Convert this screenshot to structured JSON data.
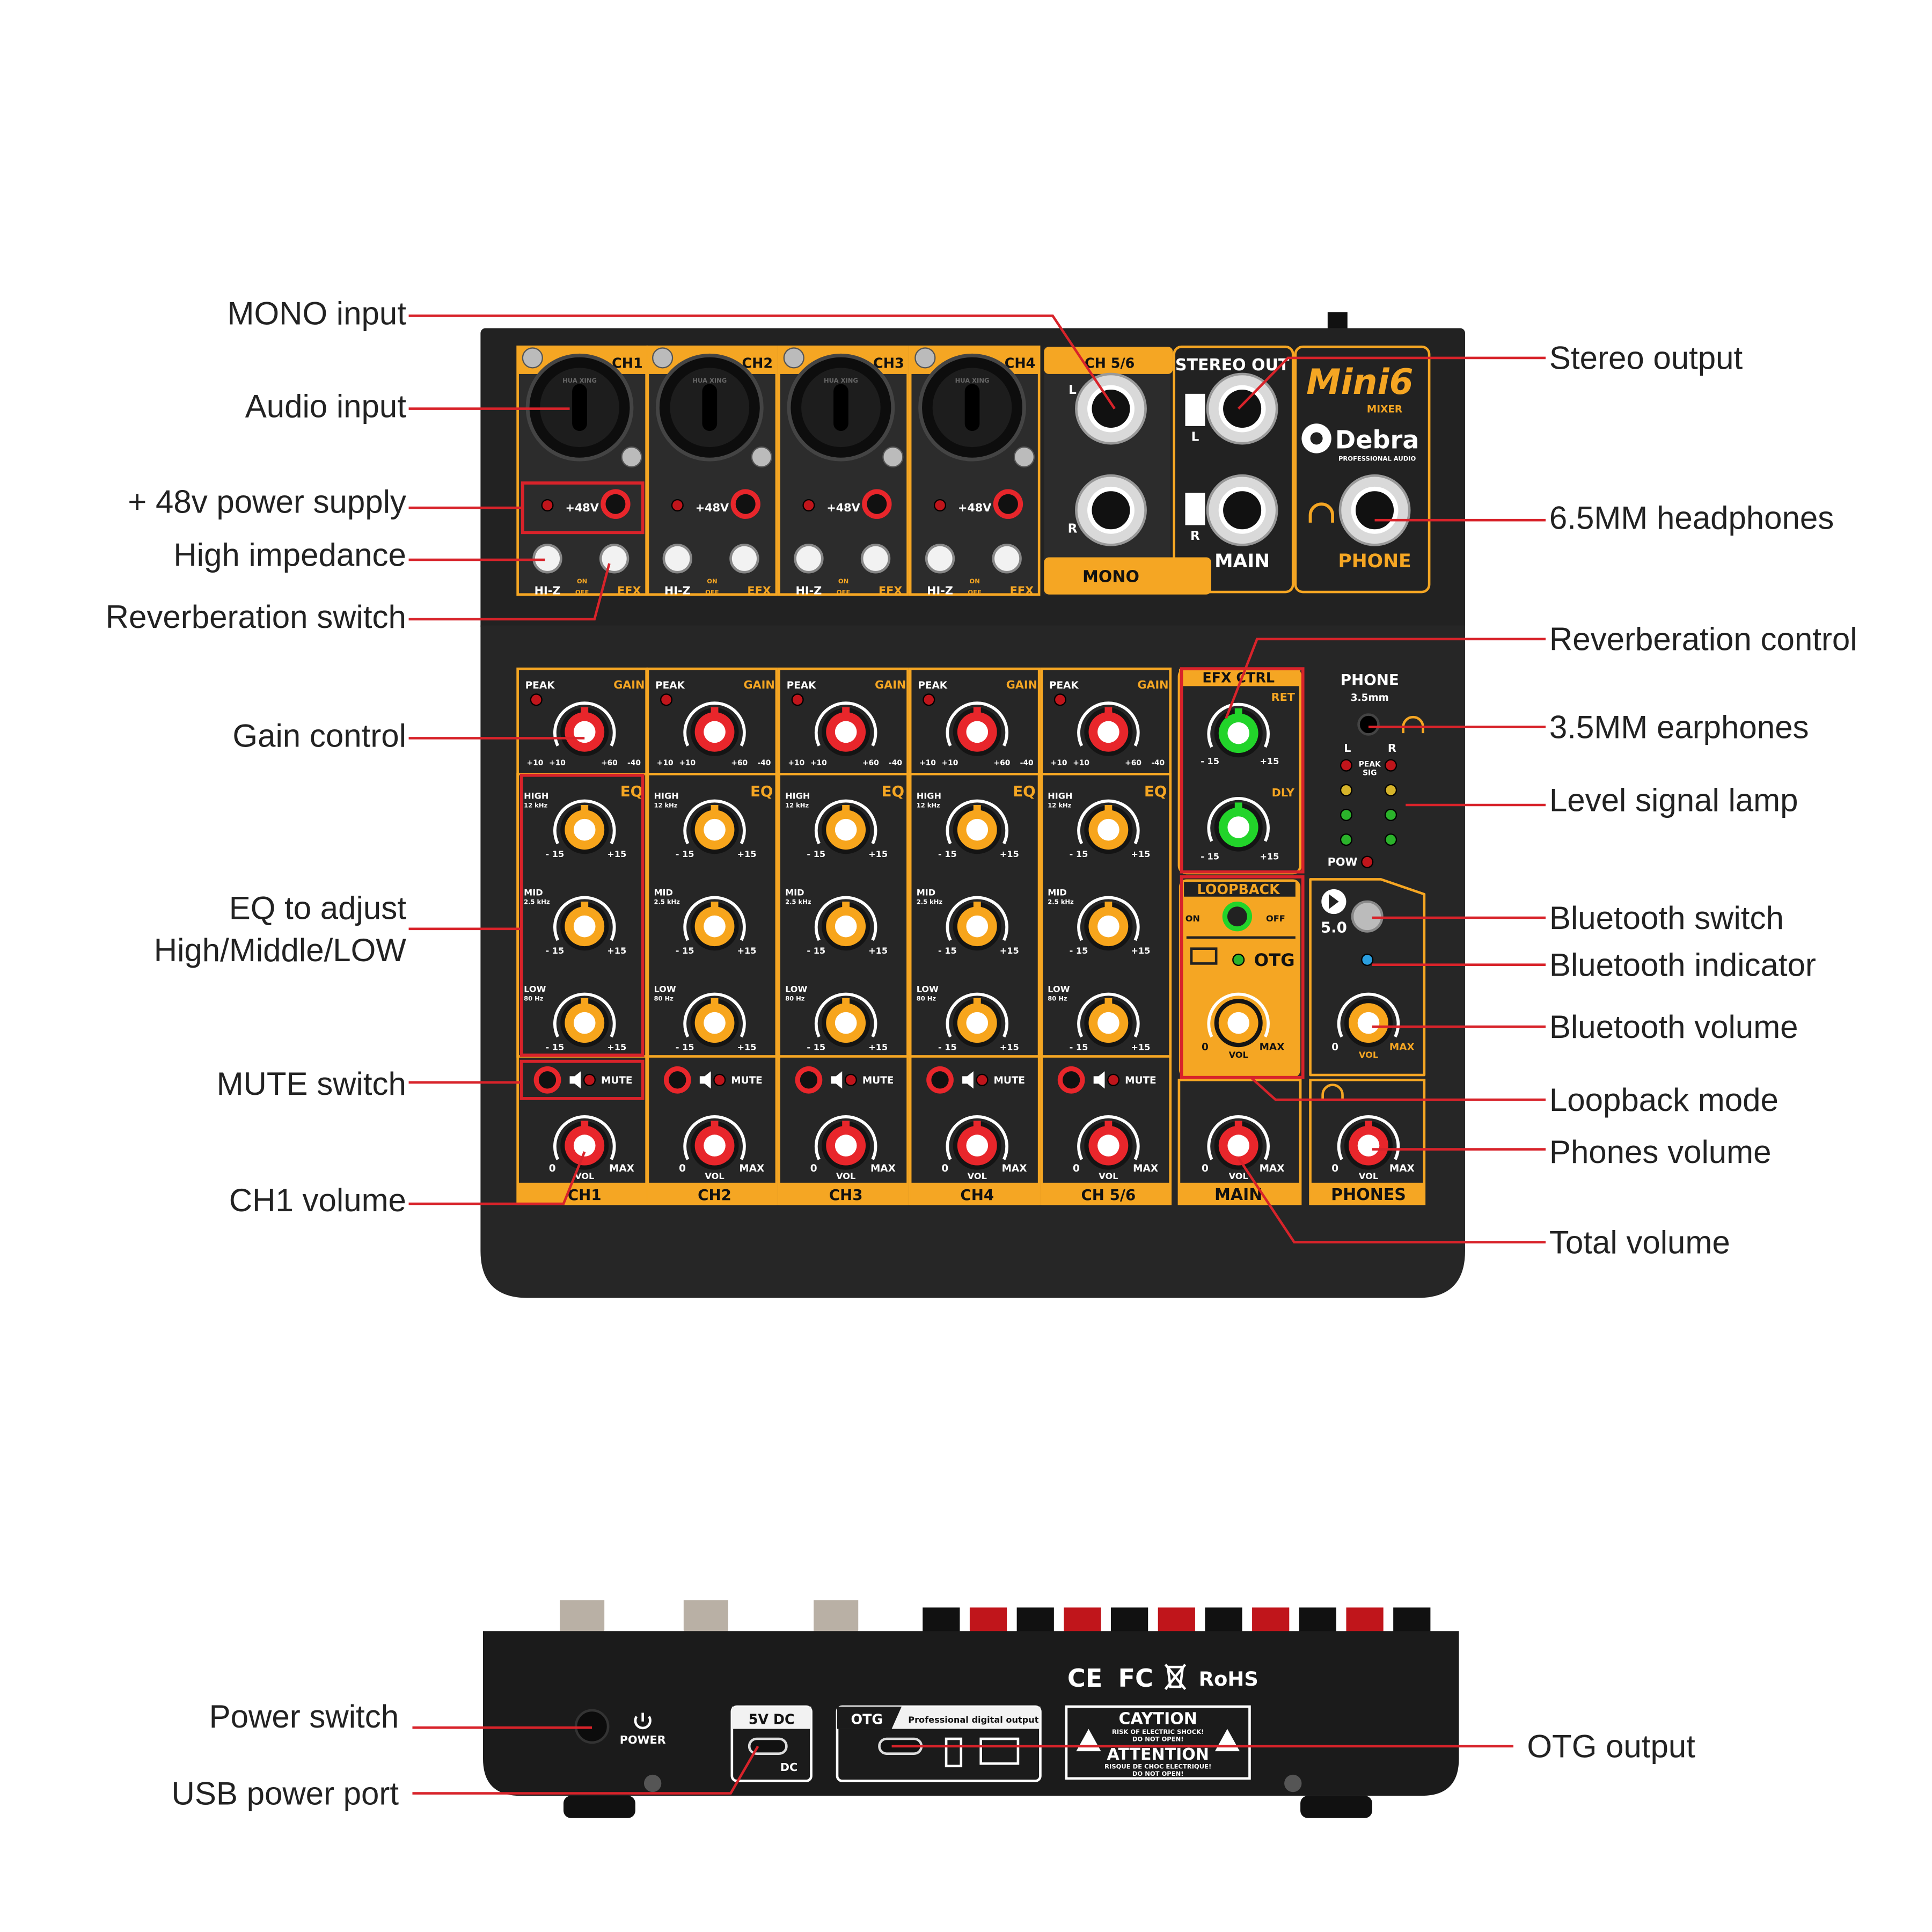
{
  "callouts_left": [
    {
      "id": "mono-input",
      "text": "MONO input"
    },
    {
      "id": "audio-input",
      "text": "Audio input"
    },
    {
      "id": "phantom-power",
      "text": "+ 48v power supply"
    },
    {
      "id": "high-impedance",
      "text": "High impedance"
    },
    {
      "id": "reverb-switch",
      "text": "Reverberation switch"
    },
    {
      "id": "gain-control",
      "text": "Gain control"
    },
    {
      "id": "eq",
      "text": "EQ to adjust",
      "text2": "High/Middle/LOW"
    },
    {
      "id": "mute-switch",
      "text": "MUTE switch"
    },
    {
      "id": "ch1-volume",
      "text": "CH1 volume"
    }
  ],
  "callouts_right": [
    {
      "id": "stereo-output",
      "text": "Stereo output"
    },
    {
      "id": "headphones-65",
      "text": "6.5MM headphones"
    },
    {
      "id": "reverb-control",
      "text": "Reverberation control"
    },
    {
      "id": "earphones-35",
      "text": "3.5MM earphones"
    },
    {
      "id": "level-lamp",
      "text": "Level signal lamp"
    },
    {
      "id": "bt-switch",
      "text": "Bluetooth switch"
    },
    {
      "id": "bt-indicator",
      "text": "Bluetooth indicator"
    },
    {
      "id": "bt-volume",
      "text": "Bluetooth volume"
    },
    {
      "id": "loopback",
      "text": "Loopback mode"
    },
    {
      "id": "phones-volume",
      "text": "Phones volume"
    },
    {
      "id": "total-volume",
      "text": "Total volume"
    }
  ],
  "callouts_back": [
    {
      "id": "power-switch",
      "text": "Power switch"
    },
    {
      "id": "usb-power",
      "text": "USB power port"
    },
    {
      "id": "otg-output",
      "text": "OTG output"
    }
  ],
  "top_panel": {
    "channels": [
      "CH1",
      "CH2",
      "CH3",
      "CH4"
    ],
    "xlr_brand": "HUA XING",
    "phantom": "+48V",
    "hiz": "HI-Z",
    "efx": "EFX",
    "on": "ON",
    "off": "OFF",
    "ch56": "CH 5/6",
    "l": "L",
    "r": "R",
    "mono": "MONO",
    "stereo_out": "STEREO OUT",
    "main": "MAIN",
    "phone": "PHONE",
    "logo_model": "Mini6",
    "logo_sub": "MIXER",
    "brand": "Debra",
    "brand_sub": "PROFESSIONAL AUDIO"
  },
  "strip": {
    "names": [
      "CH1",
      "CH2",
      "CH3",
      "CH4",
      "CH 5/6"
    ],
    "peak": "PEAK",
    "gain": "GAIN",
    "gain_scale": [
      "+10",
      "+10",
      "+60",
      "-40"
    ],
    "eq": "EQ",
    "high": "HIGH",
    "high_f": "12 kHz",
    "mid": "MID",
    "mid_f": "2.5 kHz",
    "low": "LOW",
    "low_f": "80 Hz",
    "minus": "- 15",
    "plus": "+15",
    "mute": "MUTE",
    "zero": "0",
    "vol": "VOL",
    "max": "MAX"
  },
  "master": {
    "efx_ctrl": "EFX CTRL",
    "ret": "RET",
    "dly": "DLY",
    "loopback": "LOOPBACK",
    "on": "ON",
    "off": "OFF",
    "otg": "OTG",
    "main": "MAIN",
    "phone": "PHONE",
    "phone_size": "3.5mm",
    "l": "L",
    "r": "R",
    "peak": "PEAK",
    "sig": "SIG",
    "pow": "POW",
    "bt_version": "5.0",
    "phones": "PHONES"
  },
  "back_panel": {
    "power": "POWER",
    "dc_title": "5V DC",
    "dc": "DC",
    "otg": "OTG",
    "otg_desc": "Professional digital output",
    "caution": "CAYTION",
    "risk": "RISK OF ELECTRIC SHOCK!",
    "do_not_open": "DO NOT OPEN!",
    "attention": "ATTENTION",
    "risque": "RISQUE DE CHOC ELECTRIQUE!",
    "ne_pas": "DO NOT OPEN!",
    "ce": "CE",
    "fc": "FC",
    "rohs": "RoHS"
  },
  "colors": {
    "panel": "#2b2b2b",
    "accent": "#f5a623",
    "callout": "#d8232a",
    "knob_red": "#e8262b",
    "knob_orange": "#f7a51c",
    "knob_green": "#22d42a"
  }
}
